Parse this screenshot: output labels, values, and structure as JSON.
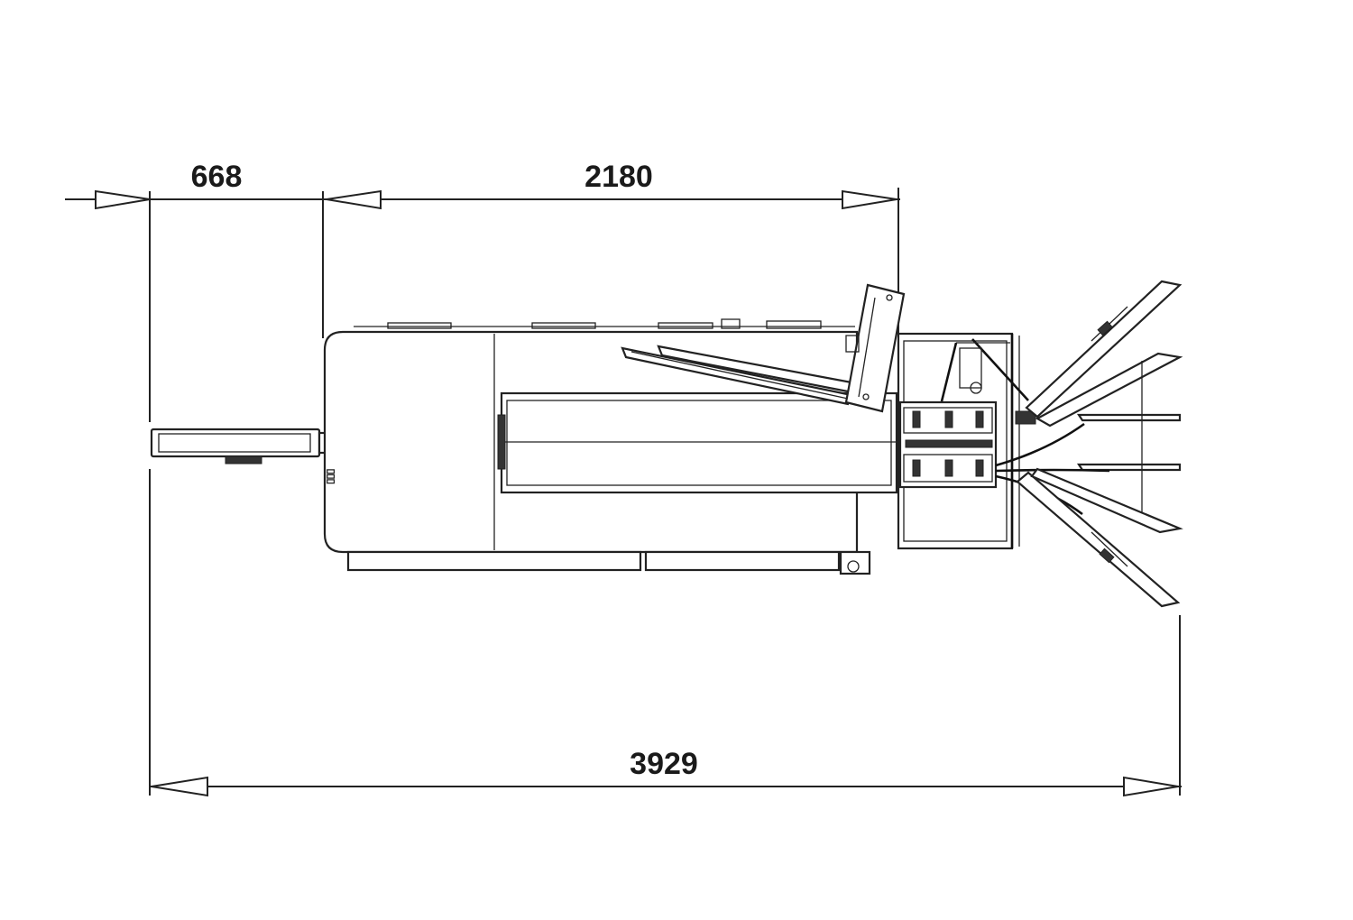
{
  "dimensions": {
    "front_overhang": "668",
    "body_length": "2180",
    "overall_length": "3929"
  },
  "colors": {
    "line": "#222222",
    "background": "#ffffff"
  }
}
